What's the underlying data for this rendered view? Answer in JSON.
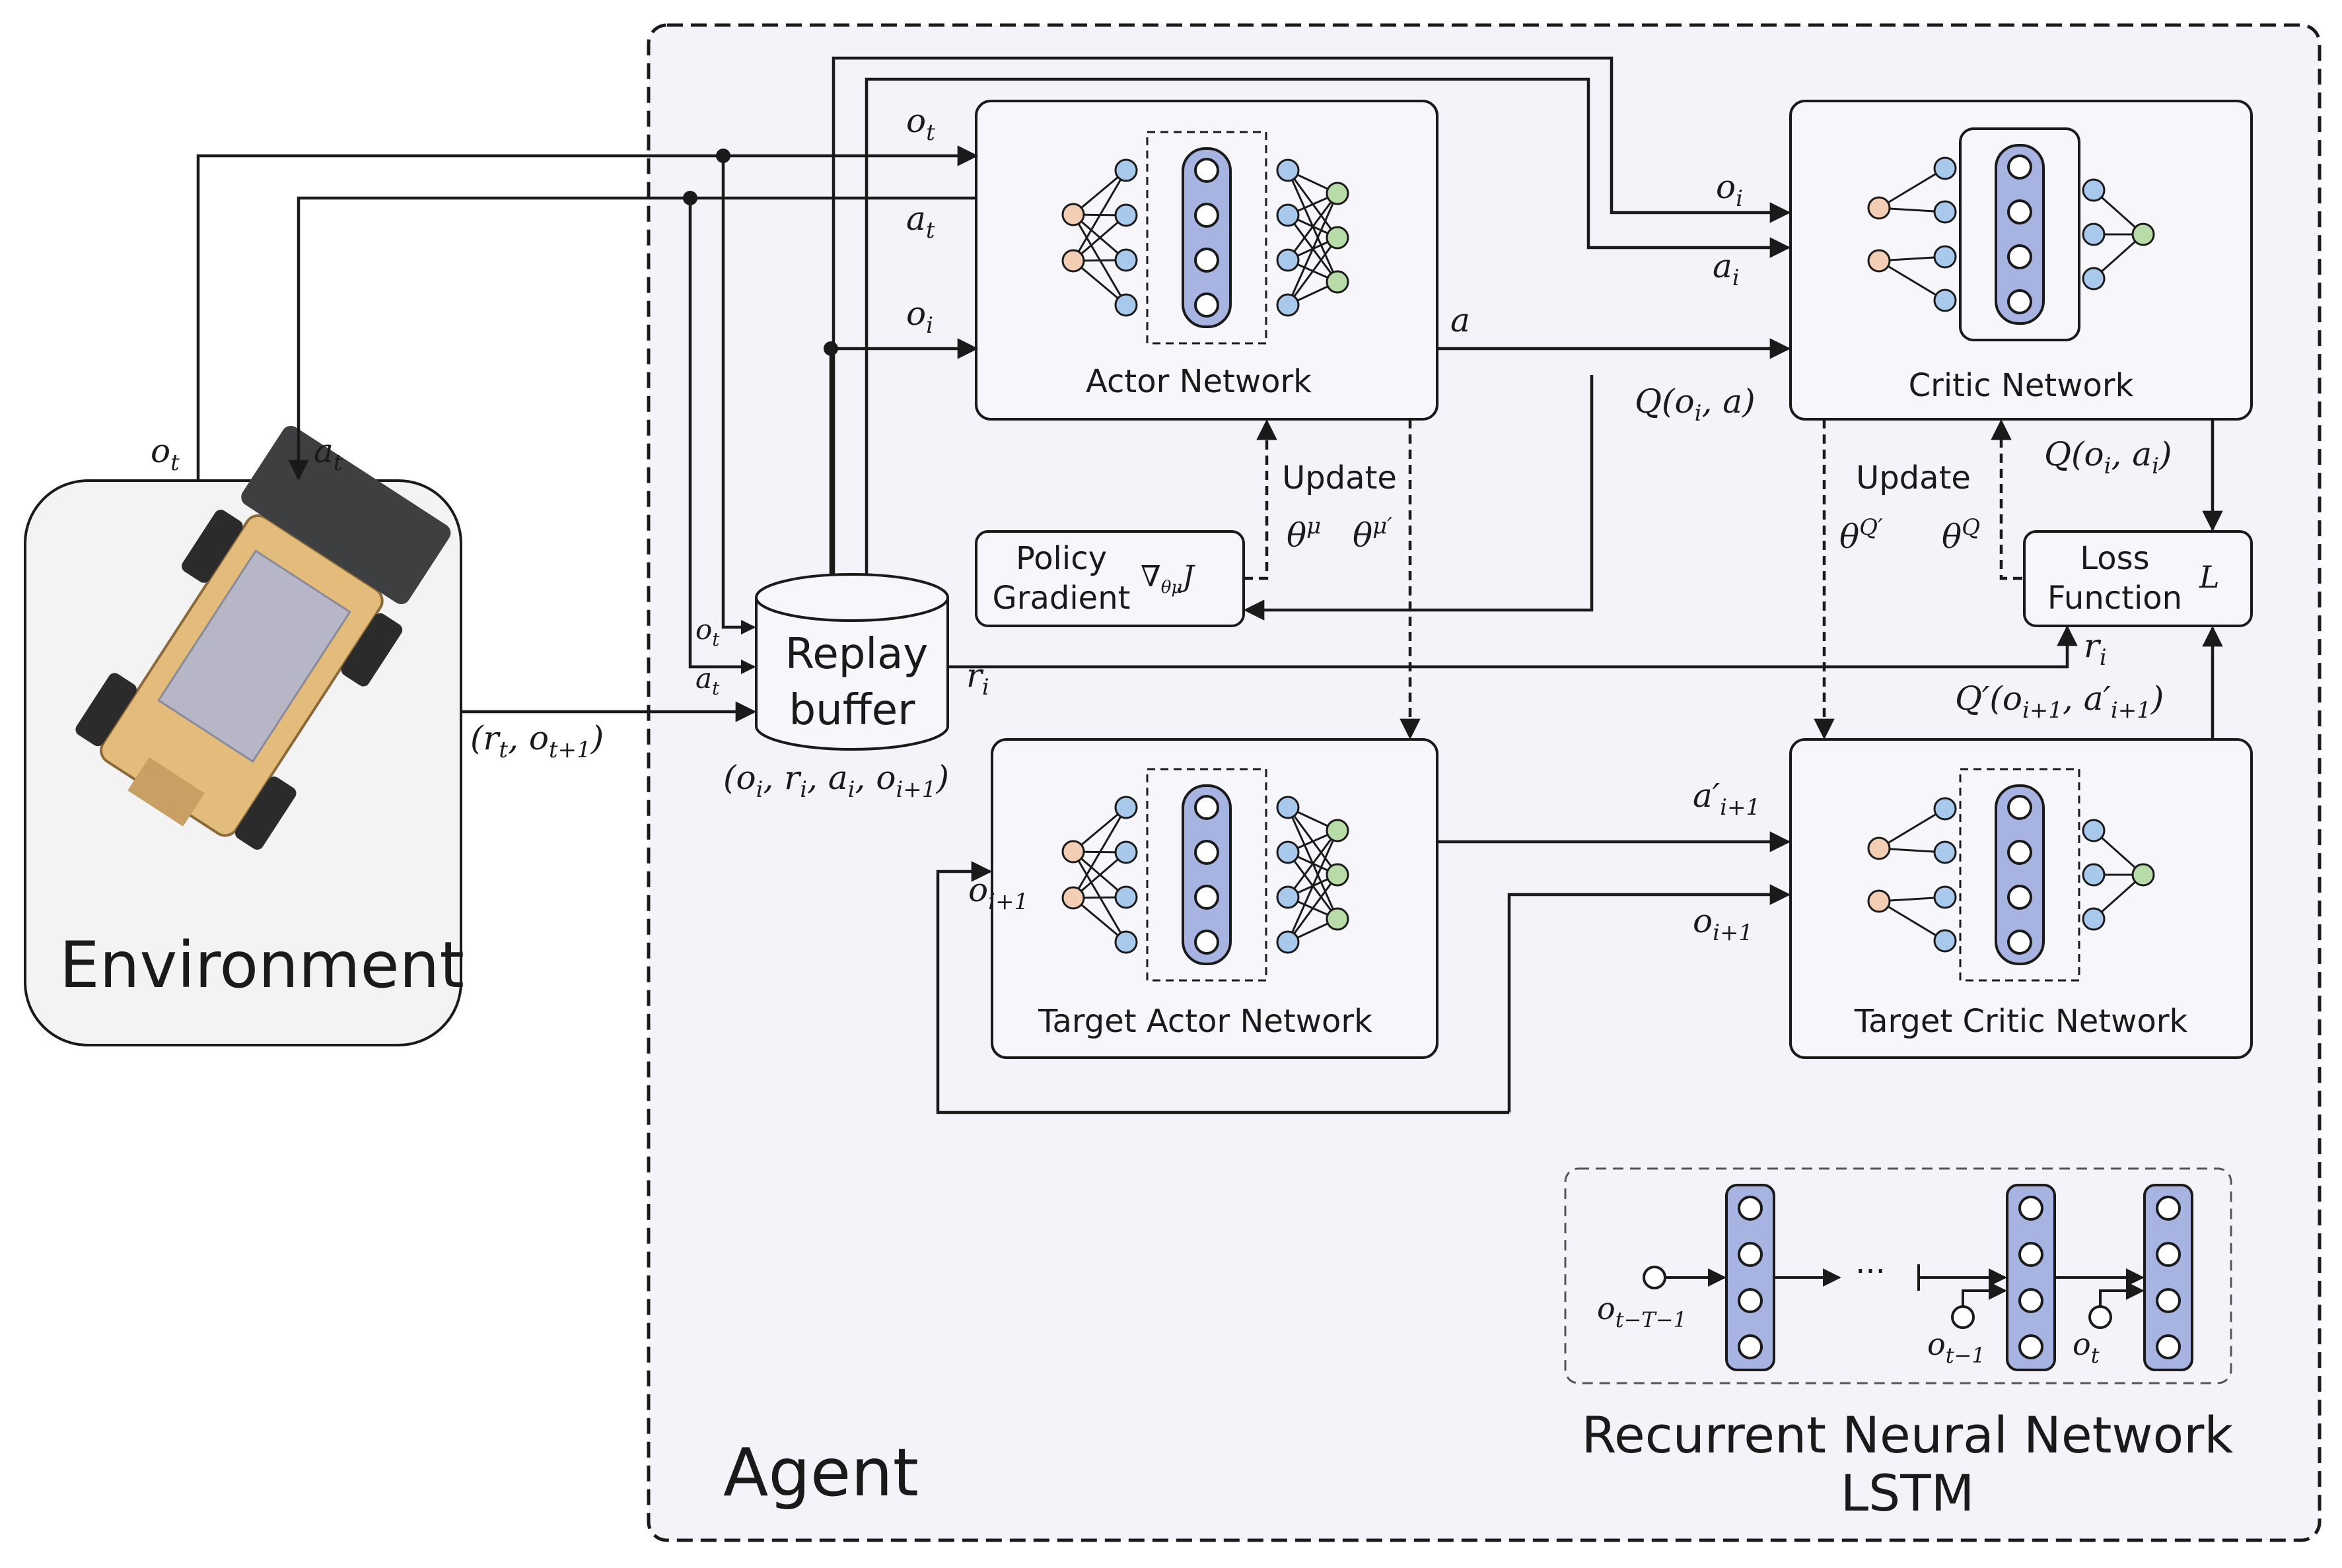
{
  "colors": {
    "agent_bg": "#f3f3f9",
    "env_bg": "#f3f3f3",
    "net_box_bg": "#f7f7fb",
    "hidden_fill": "#a7b3e0",
    "node_blue": "#a9c9ec",
    "node_peach": "#f4cdb5",
    "node_green": "#b8dca8",
    "line": "#1a1a1a",
    "robot_body": "#e3bb7a",
    "robot_dark": "#3d3f40",
    "robot_glass": "#b6b6c6"
  },
  "environment": {
    "label": "Environment",
    "o_t": "o",
    "o_t_sub": "t",
    "a_t": "a",
    "a_t_sub": "t",
    "out": "(r",
    "out_sub1": "t",
    "out_mid": ", o",
    "out_sub2": "t+1",
    "out_end": ")"
  },
  "agent": {
    "label": "Agent"
  },
  "actor": {
    "label": "Actor Network"
  },
  "critic": {
    "label": "Critic Network"
  },
  "target_actor": {
    "label": "Target Actor Network"
  },
  "target_critic": {
    "label": "Target Critic Network"
  },
  "policy_gradient": {
    "line1": "Policy",
    "line2": "Gradient",
    "symbol": "∇",
    "symbol_sub": "θμ",
    "symbol_end": "J"
  },
  "loss": {
    "line1": "Loss",
    "line2": "Function",
    "symbol": "L"
  },
  "replay": {
    "line1": "Replay",
    "line2": "buffer",
    "tuple": "(o",
    "tuple_rest": ", r",
    "tuple_a": ", a",
    "tuple_o": ", o",
    "tuple_end": ")",
    "sub_i": "i",
    "sub_i1": "i+1"
  },
  "update_actor": {
    "label": "Update",
    "theta": "θ",
    "mu": "μ",
    "mu_prime": "μ′"
  },
  "update_critic": {
    "label": "Update",
    "theta": "θ",
    "q_prime": "Q′",
    "q": "Q"
  },
  "symbols": {
    "o": "o",
    "a": "a",
    "r": "r",
    "Q": "Q",
    "Qp": "Q′",
    "t": "t",
    "i": "i",
    "i1": "i+1",
    "Qoia": "Q(o",
    "Qoia_mid": ", a)",
    "Qoiai_mid": ", a",
    "Qoiai_end": ")",
    "Qp_open": "Q′(o",
    "Qp_mid": ", a′",
    "Qp_end": ")",
    "a_prime": "a′"
  },
  "rnn": {
    "title1": "Recurrent Neural Network",
    "title2": "LSTM",
    "dots": "···",
    "in1": "o",
    "in1_sub": "t−T−1",
    "in2": "o",
    "in2_sub": "t−1",
    "in3": "o",
    "in3_sub": "t"
  }
}
